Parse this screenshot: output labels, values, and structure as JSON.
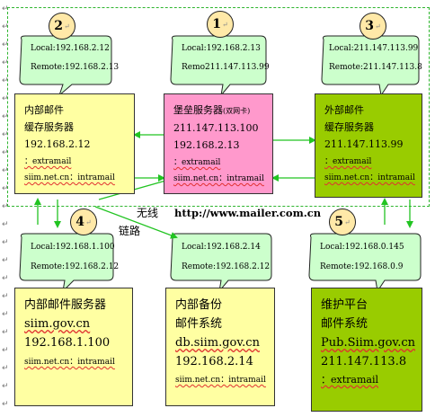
{
  "markers": {
    "ret": "↵"
  },
  "circles": {
    "c1": "1",
    "c2": "2",
    "c3": "3",
    "c4": "4",
    "c5": "5"
  },
  "bubbles": {
    "b2": {
      "local": "Local:192.168.2.12",
      "remote": "Remote:192.168.2.13"
    },
    "b1": {
      "local": "Local:192.168.2.13",
      "remote": "Remo211.147.113.99"
    },
    "b3": {
      "local": "Local:211.147.113.99",
      "remote": "Remote:211.147.113.8"
    },
    "b4": {
      "local": "Local:192.168.1.100",
      "remote": "Remote:192.168.2.12"
    },
    "b6": {
      "local": "Local:192.168.2.14",
      "remote": "Remote:192.168.2.12"
    },
    "b5": {
      "local": "Local:192.168.0.145",
      "remote": "Remote:192.168.0.9"
    }
  },
  "boxes": {
    "inner_cache": {
      "l1": "内部邮件",
      "l2": "缓存服务器",
      "l3": "192.168.2.12",
      "l4": "：extramail",
      "l5": "siim.net.cn：intramail"
    },
    "bastion": {
      "l1": "堡垒服务器",
      "l1_note": "(双网卡)",
      "l2": "211.147.113.100",
      "l3": "192.168.2.13",
      "l4": "：extramail",
      "l5": "siim.net.cn：intramail"
    },
    "outer_cache": {
      "l1": "外部邮件",
      "l2": "缓存服务器",
      "l3": "211.147.113.99",
      "l4": "：extramail",
      "l5": "siim.net.cn：intramail"
    },
    "inner_server": {
      "l1": "内部邮件服务器",
      "l2": "siim.gov.cn",
      "l3": "192.168.1.100",
      "l4": "siim.net.cn：intramail"
    },
    "backup": {
      "l1": "内部备份",
      "l2": "邮件系统",
      "l3": "db.siim.gov.cn",
      "l4": "192.168.2.14",
      "l5": "siim.net.cn：intramail"
    },
    "maintenance": {
      "l1": "维护平台",
      "l2": "邮件系统",
      "l3": "Pub.Siim.gov.cn",
      "l4": "211.147.113.8",
      "l5": "：extramail"
    }
  },
  "labels": {
    "wireless": "无线",
    "link": "链路",
    "url": "http://www.mailer.com.cn"
  },
  "colors": {
    "green_arrow": "#22c422",
    "dash": "#2fb52f",
    "yellow": "#ffffa2",
    "pink": "#ff99cc",
    "olive": "#99cc00"
  }
}
